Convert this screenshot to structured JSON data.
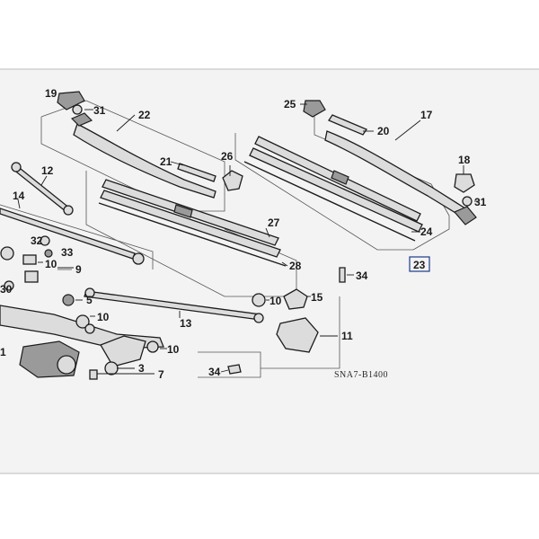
{
  "diagram_code": "SNA7-B1400",
  "callouts": {
    "c1": "1",
    "c3": "3",
    "c5": "5",
    "c7": "7",
    "c9": "9",
    "c10a": "10",
    "c10b": "10",
    "c10c": "10",
    "c10d": "10",
    "c11": "11",
    "c12": "12",
    "c13": "13",
    "c14": "14",
    "c15": "15",
    "c17": "17",
    "c18": "18",
    "c19": "19",
    "c20": "20",
    "c21": "21",
    "c22": "22",
    "c23": "23",
    "c24": "24",
    "c25": "25",
    "c26": "26",
    "c27": "27",
    "c28": "28",
    "c30": "30",
    "c31a": "31",
    "c31b": "31",
    "c32": "32",
    "c33": "33",
    "c34a": "34",
    "c34b": "34"
  }
}
